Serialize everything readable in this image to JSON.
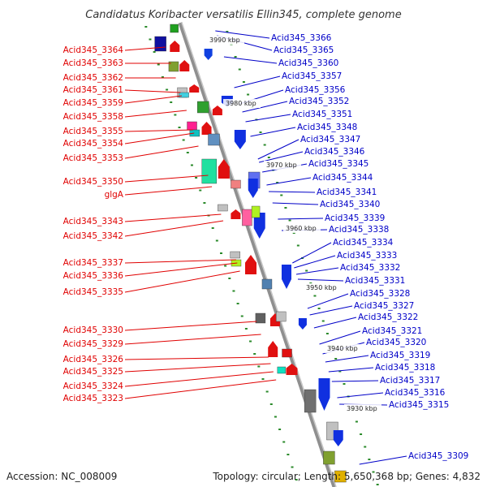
{
  "title": "Candidatus Koribacter versatilis Ellin345, complete genome",
  "footer": {
    "accession": "Accession: NC_008009",
    "topology": "Topology: circular; Length: 5,650,368 bp; Genes: 4,832"
  },
  "colors": {
    "backbone": "#909090",
    "left_label": "#e00000",
    "right_label": "#0000c8",
    "left_gene": "#f01010",
    "right_gene": "#0a14e0",
    "tick": "#2a8a2a"
  },
  "kbp_labels": [
    "3990 kbp",
    "3980 kbp",
    "3970 kbp",
    "3960 kbp",
    "3950 kbp",
    "3940 kbp",
    "3930 kbp"
  ],
  "left_labels": [
    "Acid345_3364",
    "Acid345_3363",
    "Acid345_3362",
    "Acid345_3361",
    "Acid345_3359",
    "Acid345_3358",
    "Acid345_3355",
    "Acid345_3354",
    "Acid345_3353",
    "Acid345_3350",
    "glgA",
    "Acid345_3343",
    "Acid345_3342",
    "Acid345_3337",
    "Acid345_3336",
    "Acid345_3335",
    "Acid345_3330",
    "Acid345_3329",
    "Acid345_3326",
    "Acid345_3325",
    "Acid345_3324",
    "Acid345_3323"
  ],
  "right_labels": [
    "Acid345_3366",
    "Acid345_3365",
    "Acid345_3360",
    "Acid345_3357",
    "Acid345_3356",
    "Acid345_3352",
    "Acid345_3351",
    "Acid345_3348",
    "Acid345_3347",
    "Acid345_3346",
    "Acid345_3345",
    "Acid345_3344",
    "Acid345_3341",
    "Acid345_3340",
    "Acid345_3339",
    "Acid345_3338",
    "Acid345_3334",
    "Acid345_3333",
    "Acid345_3332",
    "Acid345_3331",
    "Acid345_3328",
    "Acid345_3327",
    "Acid345_3322",
    "Acid345_3321",
    "Acid345_3320",
    "Acid345_3319",
    "Acid345_3318",
    "Acid345_3317",
    "Acid345_3316",
    "Acid345_3315",
    "Acid345_3309"
  ]
}
